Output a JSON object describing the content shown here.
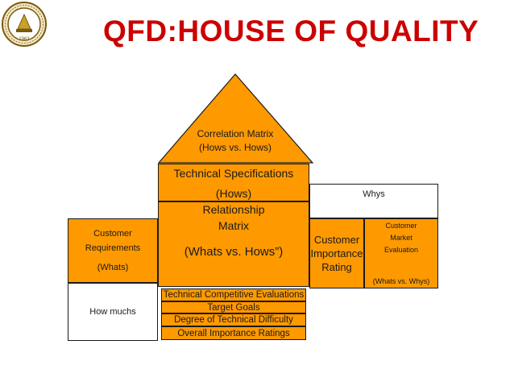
{
  "title": "QFD:HOUSE OF QUALITY",
  "logo": {
    "name": "institution-seal",
    "year": "1963"
  },
  "colors": {
    "title": "#cc0000",
    "fill": "#ff9900",
    "border": "#1a1a1a"
  },
  "roof": {
    "line1": "Correlation Matrix",
    "line2": "(Hows vs. Hows)"
  },
  "technical_specs": {
    "line1": "Technical Specifications",
    "line2": "(Hows)"
  },
  "whys": "Whys",
  "customer_requirements": {
    "line1": "Customer",
    "line2": "Requirements",
    "line3": "(Whats)"
  },
  "relationship": {
    "line1": "Relationship",
    "line2": "Matrix",
    "line3": "(Whats vs. Hows”)"
  },
  "customer_importance": {
    "line1": "Customer",
    "line2": "Importance",
    "line3": "Rating"
  },
  "market_eval": {
    "line1": "Customer",
    "line2": "Market",
    "line3": "Evaluation",
    "line4": "(Whats vs. Whys)"
  },
  "how_muchs": "How muchs",
  "bottom_rows": [
    "Technical Competitive Evaluations",
    "Target Goals",
    "Degree of Technical Difficulty",
    "Overall Importance Ratings"
  ]
}
